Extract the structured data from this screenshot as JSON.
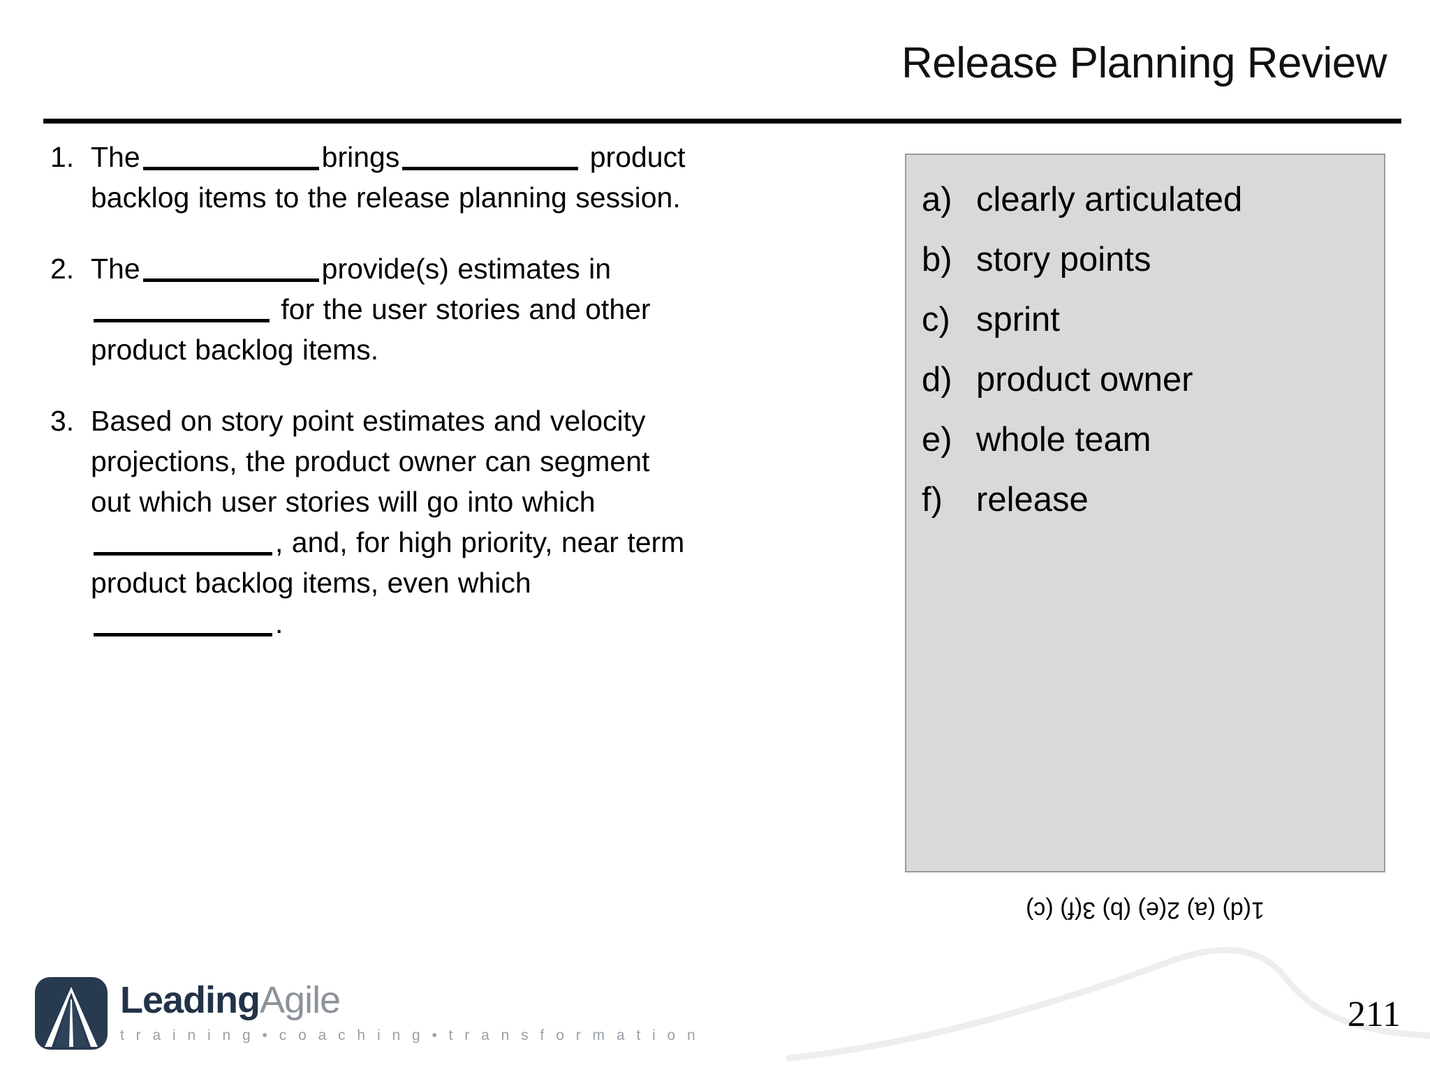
{
  "slide": {
    "title": "Release Planning Review",
    "page_number": "211"
  },
  "questions": [
    {
      "number": "1.",
      "part_a": "The",
      "part_b": "brings",
      "part_c": "product backlog items to the release planning session."
    },
    {
      "number": "2.",
      "part_a": "The",
      "part_b": "provide(s) estimates in",
      "part_c": "for the user stories and other product backlog items."
    },
    {
      "number": "3.",
      "part_a": "Based on story point estimates and velocity projections, the product owner can segment out which user stories will go into which",
      "part_b": ", and, for high priority, near term product backlog items, even which",
      "part_c": "."
    }
  ],
  "choices": [
    {
      "letter": "a)",
      "label": "clearly articulated"
    },
    {
      "letter": "b)",
      "label": "story points"
    },
    {
      "letter": "c)",
      "label": "sprint"
    },
    {
      "letter": "d)",
      "label": "product owner"
    },
    {
      "letter": "e)",
      "label": "whole team"
    },
    {
      "letter": "f)",
      "label": "release"
    }
  ],
  "answer_key": {
    "text": "1(d) (a) 2(e) (b) 3(f) (c)"
  },
  "logo": {
    "name_primary": "Leading",
    "name_secondary": "Agile",
    "tagline": "t r a i n i n g • c o a c h i n g • t r a n s f o r m a t i o n",
    "mark_color": "#273a50",
    "name_primary_color": "#223348",
    "name_secondary_color": "#8d929a"
  },
  "colors": {
    "choices_box_fill": "#d9d9d9",
    "choices_box_border": "#9a9a9a",
    "rule": "#000000",
    "swoosh": "#eceef0"
  }
}
